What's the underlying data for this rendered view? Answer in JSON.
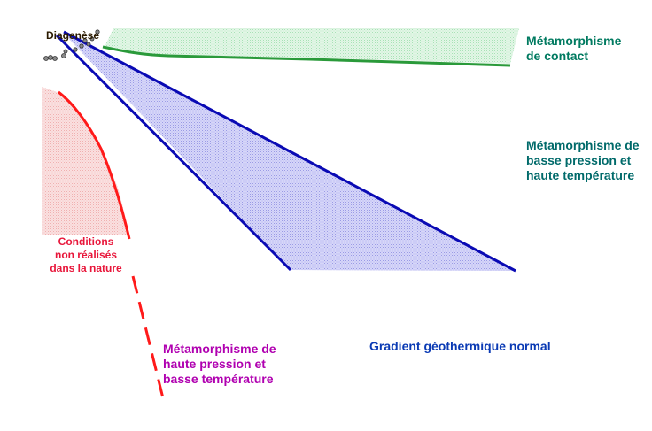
{
  "labels": {
    "diagenese": "Diagenèse",
    "contact": "Métamorphisme\nde contact",
    "bp_ht": "Métamorphisme de\nbasse pression et\nhaute température",
    "non_realise": "Conditions\nnon réalisés\ndans la nature",
    "hp_bt": "Métamorphisme de\nhaute pression et\nbasse température",
    "gradient": "Gradient géothermique normal"
  },
  "colors": {
    "contact": "#007a60",
    "contact_line": "#2a9a3a",
    "contact_fill": "#cdeed6",
    "bp_ht": "#006a6a",
    "bp_ht_fill": "#c4c4f2",
    "gradient_line": "#0a0ab4",
    "red": "#ff1a1a",
    "red_fill": "#f8d2d2",
    "hp_bt": "#b000b0",
    "non_realise": "#e8163a",
    "diagenese": "#2a1a00"
  },
  "icons": [
    "diagenesis-rock-particles"
  ]
}
